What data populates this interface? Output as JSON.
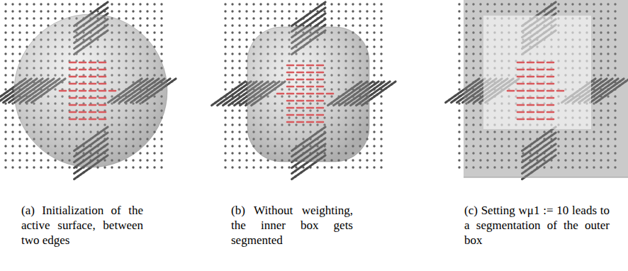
{
  "diagram": {
    "labels": [
      "(a) Initialization of the active surface, between two edges",
      "(b) Without weighting, the inner box gets segmented",
      "(c) Setting wμ1 := 10 leads to a segmentation of the outer box"
    ]
  }
}
